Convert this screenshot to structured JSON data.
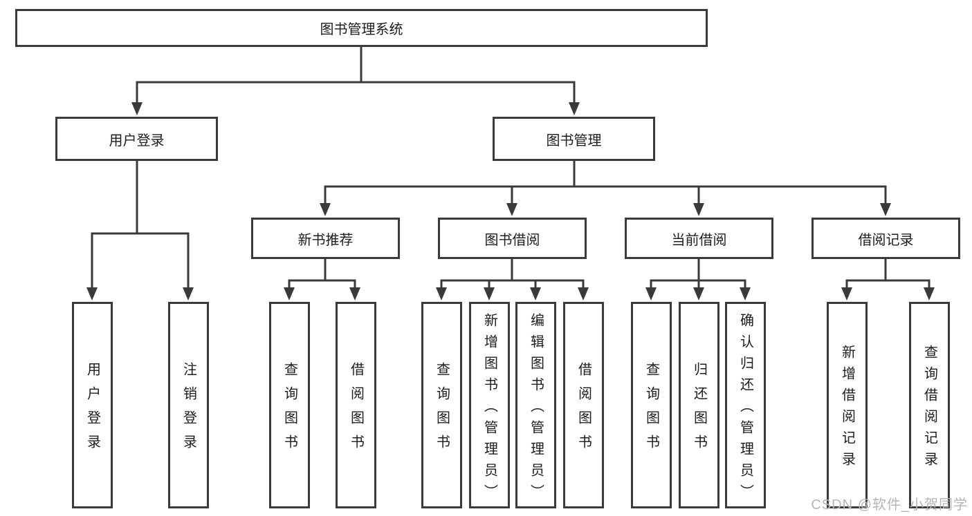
{
  "tree": {
    "root": {
      "label": "图书管理系统"
    },
    "branches": [
      {
        "label": "用户登录",
        "children": [
          "用户登录",
          "注销登录"
        ]
      },
      {
        "label": "图书管理",
        "children": [
          {
            "label": "新书推荐",
            "children": [
              "查询图书",
              "借阅图书"
            ]
          },
          {
            "label": "图书借阅",
            "children": [
              "查询图书",
              "新增图书（管理员）",
              "编辑图书（管理员）",
              "借阅图书"
            ]
          },
          {
            "label": "当前借阅",
            "children": [
              "查询图书",
              "归还图书",
              "确认归还（管理员）"
            ]
          },
          {
            "label": "借阅记录",
            "children": [
              "新增借阅记录",
              "查询借阅记录"
            ]
          }
        ]
      }
    ]
  },
  "watermark": {
    "text": "CSDN @软件_小贺同学"
  },
  "colors": {
    "line": "#3a3a3a",
    "box_border": "#3a3a3a",
    "text": "#1d1d1d",
    "background": "#ffffff",
    "watermark": "#b5b5b5"
  }
}
